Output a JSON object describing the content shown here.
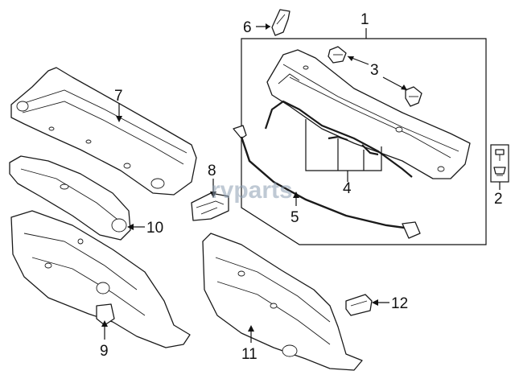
{
  "callouts": {
    "c1": "1",
    "c2": "2",
    "c3": "3",
    "c4": "4",
    "c5": "5",
    "c6": "6",
    "c7": "7",
    "c8": "8",
    "c9": "9",
    "c10": "10",
    "c11": "11",
    "c12": "12"
  },
  "watermark": "rvparts",
  "colors": {
    "line": "#1a1a1a",
    "watermark": "#8a9db0",
    "background": "#ffffff"
  }
}
